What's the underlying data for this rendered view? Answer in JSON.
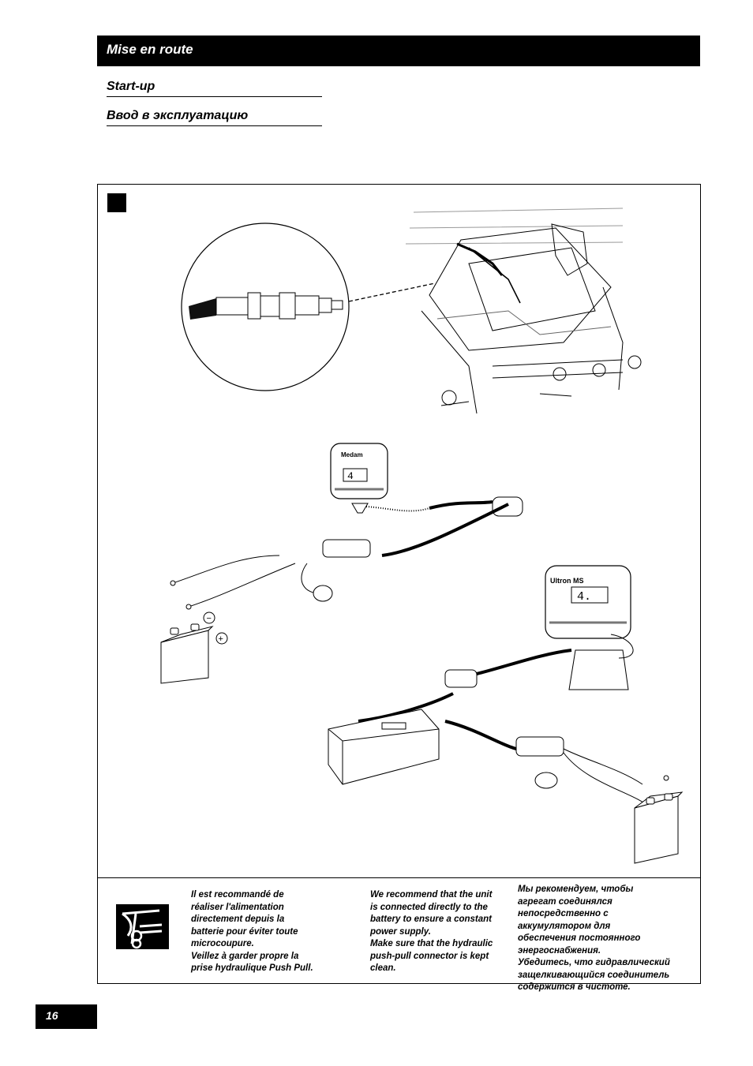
{
  "header": {
    "title": "Mise en route",
    "subtitle_en": "Start-up",
    "subtitle_ru": "Ввод в эксплуатацию"
  },
  "figure": {
    "display_small": "4",
    "display_large": "4.",
    "brand_small": "Medam",
    "brand_large": "Ultron MS",
    "battery_minus": "−",
    "battery_plus": "+"
  },
  "notes": {
    "fr": "Il est recommandé de\nréaliser l'alimentation\ndirectement depuis la\nbatterie pour éviter toute\nmicrocoupure.\nVeillez à garder propre la\nprise hydraulique Push Pull.",
    "en": "We recommend that the unit\nis connected directly to the\nbattery to ensure a constant\npower supply.\nMake sure that the hydraulic\npush-pull connector is kept\nclean.",
    "ru": "Мы рекомендуем, чтобы\nагрегат соединялся\nнепосредственно с\nаккумулятором для\nобеспечения постоянного\nэнергоснабжения.\nУбедитесь, что гидравлический\nзащелкивающийся соединитель\nсодержится в чистоте."
  },
  "footer": {
    "page_number": "16"
  },
  "colors": {
    "ink": "#000000",
    "paper": "#ffffff"
  }
}
